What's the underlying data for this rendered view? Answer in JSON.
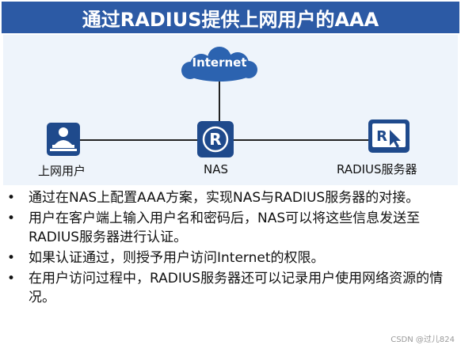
{
  "title": "通过RADIUS提供上网用户的AAA",
  "colors": {
    "title_bg": "#2c5aa5",
    "panel_bg": "#eef4fb",
    "icon_blue": "#1f4a8c",
    "cloud_blue": "#2c63b0"
  },
  "diagram": {
    "nodes": {
      "internet": {
        "label": "Internet",
        "icon": "cloud-icon"
      },
      "user": {
        "label": "上网用户",
        "icon": "user-terminal-icon"
      },
      "nas": {
        "label": "NAS",
        "icon": "router-icon"
      },
      "radius": {
        "label": "RADIUS服务器",
        "icon": "server-icon"
      }
    },
    "links": [
      {
        "from": "user",
        "to": "nas"
      },
      {
        "from": "nas",
        "to": "radius"
      },
      {
        "from": "nas",
        "to": "internet"
      }
    ]
  },
  "bullets": [
    "通过在NAS上配置AAA方案，实现NAS与RADIUS服务器的对接。",
    "用户在客户端上输入用户名和密码后，NAS可以将这些信息发送至RADIUS服务器进行认证。",
    "如果认证通过，则授予用户访问Internet的权限。",
    "在用户访问过程中，RADIUS服务器还可以记录用户使用网络资源的情况。"
  ],
  "watermark": "CSDN @过儿824"
}
